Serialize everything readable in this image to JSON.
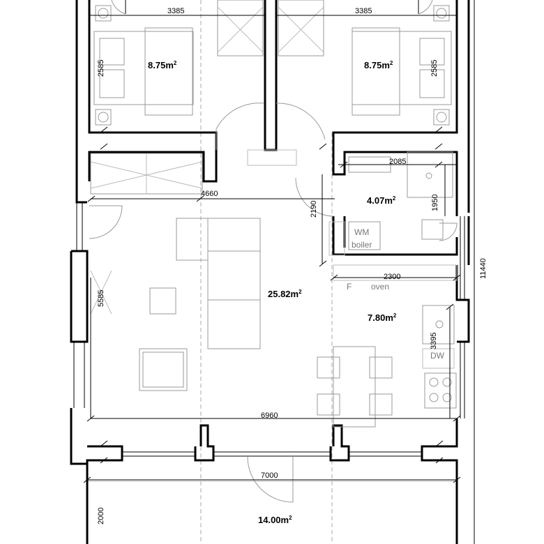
{
  "rooms": {
    "bedroom_left": {
      "area": "8.75",
      "unit": "m",
      "exp": "2"
    },
    "bedroom_right": {
      "area": "8.75",
      "unit": "m",
      "exp": "2"
    },
    "bathroom": {
      "area": "4.07",
      "unit": "m",
      "exp": "2"
    },
    "living": {
      "area": "25.82",
      "unit": "m",
      "exp": "2"
    },
    "kitchen": {
      "area": "7.80",
      "unit": "m",
      "exp": "2"
    },
    "terrace": {
      "area": "14.00",
      "unit": "m",
      "exp": "2"
    }
  },
  "dimensions": {
    "top_left_width": "3385",
    "top_right_width": "3385",
    "bedroom_left_depth": "2585",
    "bedroom_right_depth": "2585",
    "living_upper_width": "4660",
    "bath_width": "2085",
    "bath_depth": "1950",
    "hall_depth": "2190",
    "living_depth": "5585",
    "kitchen_width": "2300",
    "kitchen_depth": "3395",
    "overall_depth": "11440",
    "living_width": "6960",
    "terrace_width": "7000",
    "terrace_depth": "2000"
  },
  "labels": {
    "washing_machine": "WM",
    "boiler": "boiler",
    "fridge": "F",
    "oven": "oven",
    "dishwasher": "DW"
  }
}
